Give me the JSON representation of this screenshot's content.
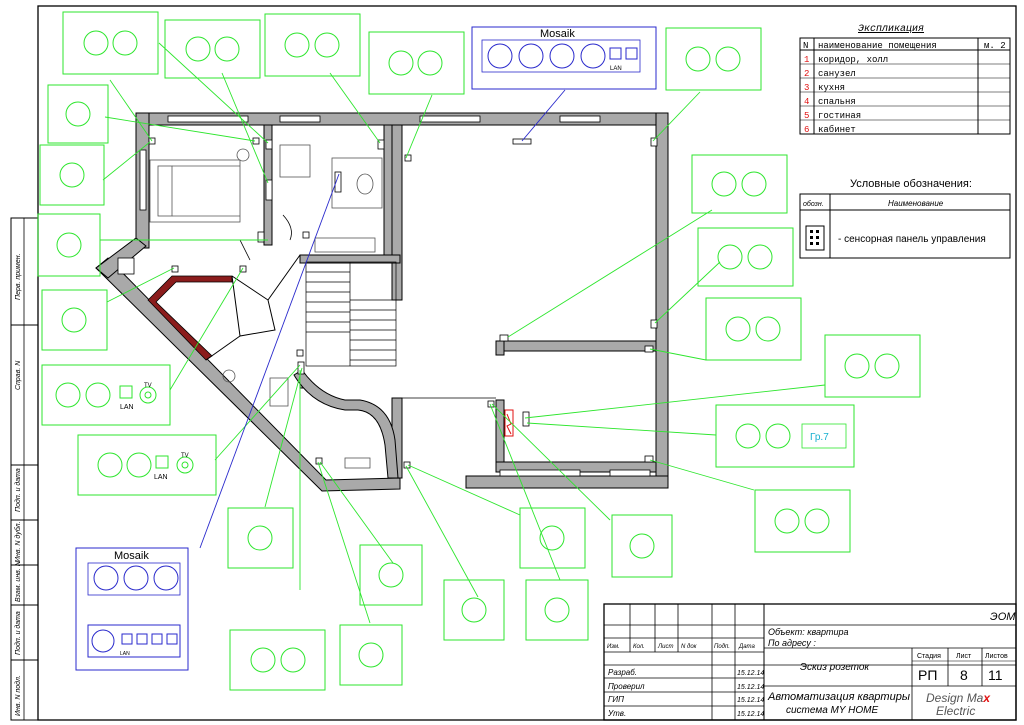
{
  "explication": {
    "title": "Экспликация",
    "col_n": "N",
    "col_name": "наименование помещения",
    "col_area": "м. 2",
    "rooms": [
      {
        "n": "1",
        "name": "коридор, холл"
      },
      {
        "n": "2",
        "name": "санузел"
      },
      {
        "n": "3",
        "name": "кухня"
      },
      {
        "n": "4",
        "name": "спальня"
      },
      {
        "n": "5",
        "name": "гостиная"
      },
      {
        "n": "6",
        "name": "кабинет"
      }
    ]
  },
  "legend": {
    "title": "Условные обозначения:",
    "col_symbol": "обозн.",
    "col_name": "Наименование",
    "item_text": "- сенсорная панель управления"
  },
  "callouts": {
    "mosaik_top": "Mosaik",
    "mosaik_bottom": "Mosaik",
    "lan": "LAN",
    "tv": "TV",
    "gr7": "Гр.7"
  },
  "side_stamp": [
    "Перв. примен.",
    "Справ. N",
    "Подп. и дата",
    "Инв. N дубл.",
    "Взам. инв. N",
    "Подп. и дата",
    "Инв. N подл."
  ],
  "title_block": {
    "code": "ЭОМ",
    "object": "Объект: квартира",
    "address": "По адресу :",
    "headers": [
      "Изм.",
      "Кол.",
      "Лист",
      "N док",
      "Подп.",
      "Дата"
    ],
    "roles": [
      {
        "role": "Разраб.",
        "date": "15.12.14"
      },
      {
        "role": "Проверил",
        "date": "15.12.14"
      },
      {
        "role": "ГИП",
        "date": "15.12.14"
      },
      {
        "role": "Утв.",
        "date": "15.12.14"
      }
    ],
    "sheet_name": "Эскиз розеток",
    "project_line1": "Автоматизация квартиры",
    "project_line2": "система MY HOME",
    "stage_label": "Стадия",
    "sheet_label": "Лист",
    "sheets_label": "Листов",
    "stage": "РП",
    "sheet": "8",
    "sheets": "11",
    "company_line1": "Design Ma",
    "company_x": "x",
    "company_line2": "Electric"
  },
  "colors": {
    "green": "#2ee62e",
    "blue": "#2a2acc",
    "red": "#e01010",
    "cyan": "#18b0d0",
    "wall": "#a9a9a9"
  }
}
